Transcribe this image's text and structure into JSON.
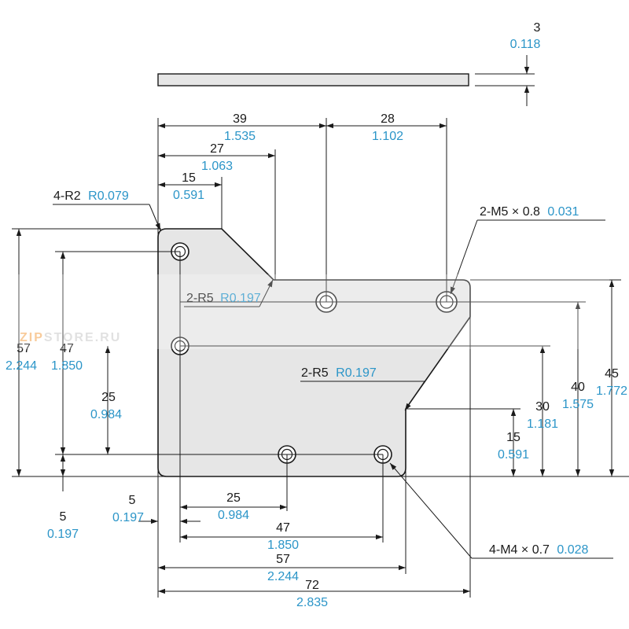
{
  "thickness": {
    "mm": "3",
    "in": "0.118"
  },
  "top": {
    "d39": {
      "mm": "39",
      "in": "1.535"
    },
    "d28": {
      "mm": "28",
      "in": "1.102"
    },
    "d27": {
      "mm": "27",
      "in": "1.063"
    },
    "d15": {
      "mm": "15",
      "in": "0.591"
    }
  },
  "callouts": {
    "corner_radius": {
      "mm": "4-R2",
      "in": "R0.079"
    },
    "m5": {
      "mm": "2-M5 × 0.8",
      "in": "0.031"
    },
    "r5_top": {
      "mm": "2-R5",
      "in": "R0.197"
    },
    "r5_side": {
      "mm": "2-R5",
      "in": "R0.197"
    },
    "m4": {
      "mm": "4-M4 × 0.7",
      "in": "0.028"
    }
  },
  "left": {
    "d57": {
      "mm": "57",
      "in": "2.244"
    },
    "d47": {
      "mm": "47",
      "in": "1.850"
    },
    "d25": {
      "mm": "25",
      "in": "0.984"
    },
    "d5v": {
      "mm": "5",
      "in": "0.197"
    },
    "d5h": {
      "mm": "5",
      "in": "0.197"
    }
  },
  "right": {
    "d45": {
      "mm": "45",
      "in": "1.772"
    },
    "d40": {
      "mm": "40",
      "in": "1.575"
    },
    "d30": {
      "mm": "30",
      "in": "1.181"
    },
    "d15": {
      "mm": "15",
      "in": "0.591"
    }
  },
  "bottom": {
    "d25": {
      "mm": "25",
      "in": "0.984"
    },
    "d47": {
      "mm": "47",
      "in": "1.850"
    },
    "d57": {
      "mm": "57",
      "in": "2.244"
    },
    "d72": {
      "mm": "72",
      "in": "2.835"
    }
  },
  "watermark": {
    "text_orange": "ZIP",
    "text_gray": "STORE.RU"
  },
  "colors": {
    "inch_text": "#2b95c8",
    "plate_fill": "#e6e6e6",
    "watermark_orange": "#f4a24a"
  }
}
